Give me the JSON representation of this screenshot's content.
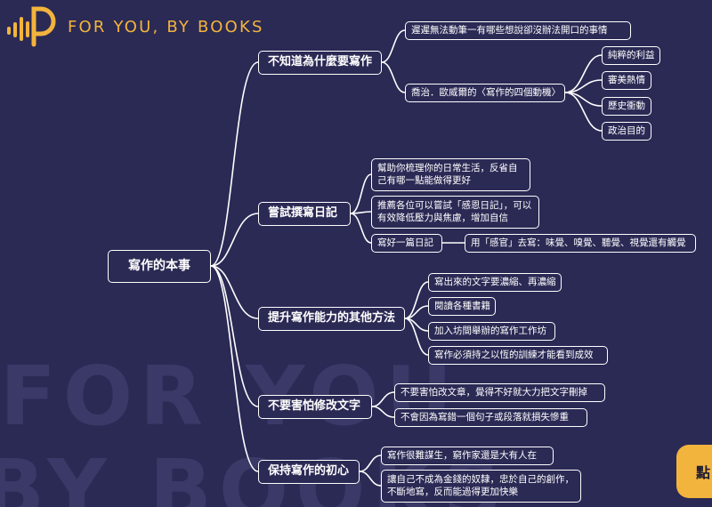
{
  "brand": {
    "title": "FOR YOU, BY BOOKS",
    "accent_color": "#f3b43d",
    "background_color": "#2b2a55"
  },
  "watermark": {
    "line1": "FOR YOU",
    "line2": "BY BOOKS"
  },
  "corner_button": {
    "label": "點"
  },
  "mindmap": {
    "root": "寫作的本事",
    "branches": {
      "b1": {
        "label": "不知道為什麼要寫作",
        "c1": "遲遲無法動筆一有哪些想說卻沒辦法開口的事情",
        "c2": "喬治．歐威爾的〈寫作的四個動機〉",
        "c2_children": [
          "純粹的利益",
          "審美熱情",
          "歷史衝動",
          "政治目的"
        ]
      },
      "b2": {
        "label": "嘗試撰寫日記",
        "c1": "幫助你梳理你的日常生活，反省自己有哪一點能做得更好",
        "c2": "推薦各位可以嘗試「感恩日記」，可以有效降低壓力與焦慮，增加自信",
        "c3": "寫好一篇日記",
        "c3_child": "用「感官」去寫：味覺、嗅覺、聽覺、視覺還有觸覺"
      },
      "b3": {
        "label": "提升寫作能力的其他方法",
        "items": [
          "寫出來的文字要濃縮、再濃縮",
          "閱讀各種書籍",
          "加入坊間舉辦的寫作工作坊",
          "寫作必須持之以恆的訓練才能看到成效"
        ]
      },
      "b4": {
        "label": "不要害怕修改文字",
        "items": [
          "不要害怕改文章，覺得不好就大力把文字刪掉",
          "不會因為寫錯一個句子或段落就損失慘重"
        ]
      },
      "b5": {
        "label": "保持寫作的初心",
        "items": [
          "寫作很難謀生，窮作家還是大有人在",
          "讓自己不成為金錢的奴隸，忠於自己的創作，不斷地寫，反而能過得更加快樂"
        ]
      }
    }
  }
}
